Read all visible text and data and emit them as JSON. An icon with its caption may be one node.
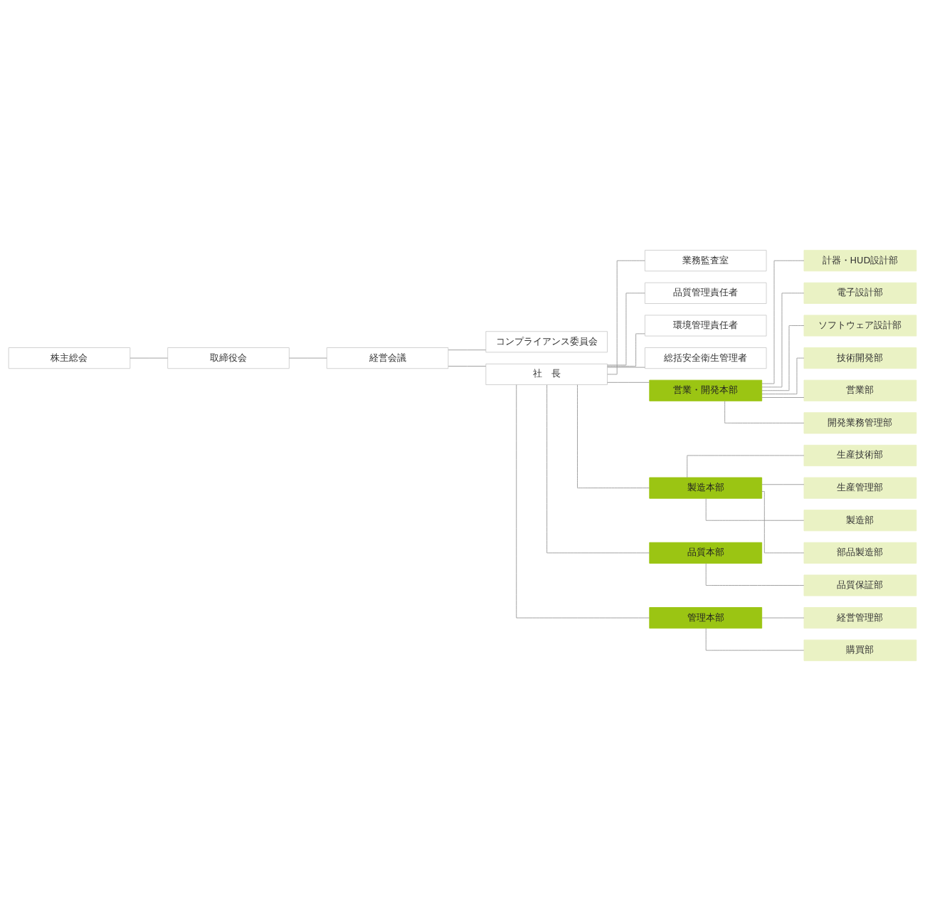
{
  "diagram": {
    "nodes": [
      {
        "text": [
          "株主総会"
        ]
      },
      {
        "text": [
          "取締役会"
        ]
      },
      {
        "text": [
          "経営会議"
        ]
      },
      {
        "text": [
          "コンプライアンス委員会"
        ]
      },
      {
        "text": [
          "社　長"
        ]
      },
      {
        "text": [
          "業務監査室"
        ]
      },
      {
        "text": [
          "品質管理責任者"
        ]
      },
      {
        "text": [
          "環境管理責任者"
        ]
      },
      {
        "text": [
          "総括安全衛生管理者"
        ]
      },
      {
        "text": [
          "営業・開発本部"
        ]
      },
      {
        "text": [
          "計器・HUD設計部"
        ]
      },
      {
        "text": [
          "電子設計部"
        ]
      },
      {
        "text": [
          "ソフトウェア設計部"
        ]
      },
      {
        "text": [
          "技術開発部"
        ]
      },
      {
        "text": [
          "営業部"
        ]
      },
      {
        "text": [
          "開発業務管理部"
        ]
      },
      {
        "text": [
          "製造本部"
        ]
      },
      {
        "text": [
          "生産技術部"
        ]
      },
      {
        "text": [
          "生産管理部"
        ]
      },
      {
        "text": [
          "製造部"
        ]
      },
      {
        "text": [
          "部品製造部"
        ]
      },
      {
        "text": [
          "品質本部"
        ]
      },
      {
        "text": [
          "品質保証部"
        ]
      },
      {
        "text": [
          "管理本部"
        ]
      },
      {
        "text": [
          "経営管理部"
        ]
      },
      {
        "text": [
          "購買部"
        ]
      }
    ],
    "edges": [
      {
        "from": 0,
        "to": 1,
        "arrow": "none"
      },
      {
        "from": 1,
        "to": 2,
        "arrow": "none"
      },
      {
        "from": 2,
        "to": 3,
        "arrow": "none"
      },
      {
        "from": 2,
        "to": 4,
        "arrow": "none"
      },
      {
        "from": 4,
        "to": 5,
        "arrow": "none"
      },
      {
        "from": 4,
        "to": 6,
        "arrow": "none"
      },
      {
        "from": 4,
        "to": 7,
        "arrow": "none"
      },
      {
        "from": 4,
        "to": 8,
        "arrow": "none"
      },
      {
        "from": 4,
        "to": 9,
        "arrow": "none"
      },
      {
        "from": 4,
        "to": 16,
        "arrow": "none"
      },
      {
        "from": 4,
        "to": 21,
        "arrow": "none"
      },
      {
        "from": 4,
        "to": 23,
        "arrow": "none"
      },
      {
        "from": 9,
        "to": 10,
        "arrow": "none"
      },
      {
        "from": 9,
        "to": 11,
        "arrow": "none"
      },
      {
        "from": 9,
        "to": 12,
        "arrow": "none"
      },
      {
        "from": 9,
        "to": 13,
        "arrow": "none"
      },
      {
        "from": 9,
        "to": 14,
        "arrow": "none"
      },
      {
        "from": 9,
        "to": 15,
        "arrow": "none"
      },
      {
        "from": 16,
        "to": 17,
        "arrow": "none"
      },
      {
        "from": 16,
        "to": 18,
        "arrow": "none"
      },
      {
        "from": 16,
        "to": 19,
        "arrow": "none"
      },
      {
        "from": 16,
        "to": 20,
        "arrow": "none"
      },
      {
        "from": 21,
        "to": 22,
        "arrow": "none"
      },
      {
        "from": 23,
        "to": 24,
        "arrow": "none"
      },
      {
        "from": 23,
        "to": 25,
        "arrow": "none"
      }
    ]
  }
}
